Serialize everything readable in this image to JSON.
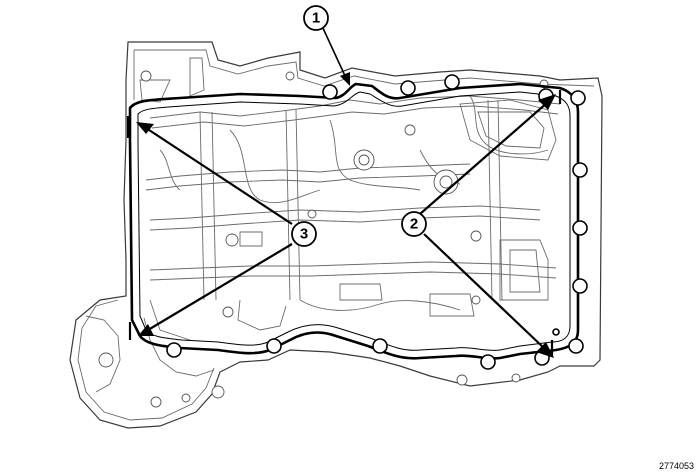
{
  "figure_number": "2774053",
  "callouts": [
    {
      "label": "1"
    },
    {
      "label": "2"
    },
    {
      "label": "3"
    }
  ],
  "colors": {
    "line": "#000000",
    "detail": "#6b6b6b",
    "background": "#ffffff"
  }
}
